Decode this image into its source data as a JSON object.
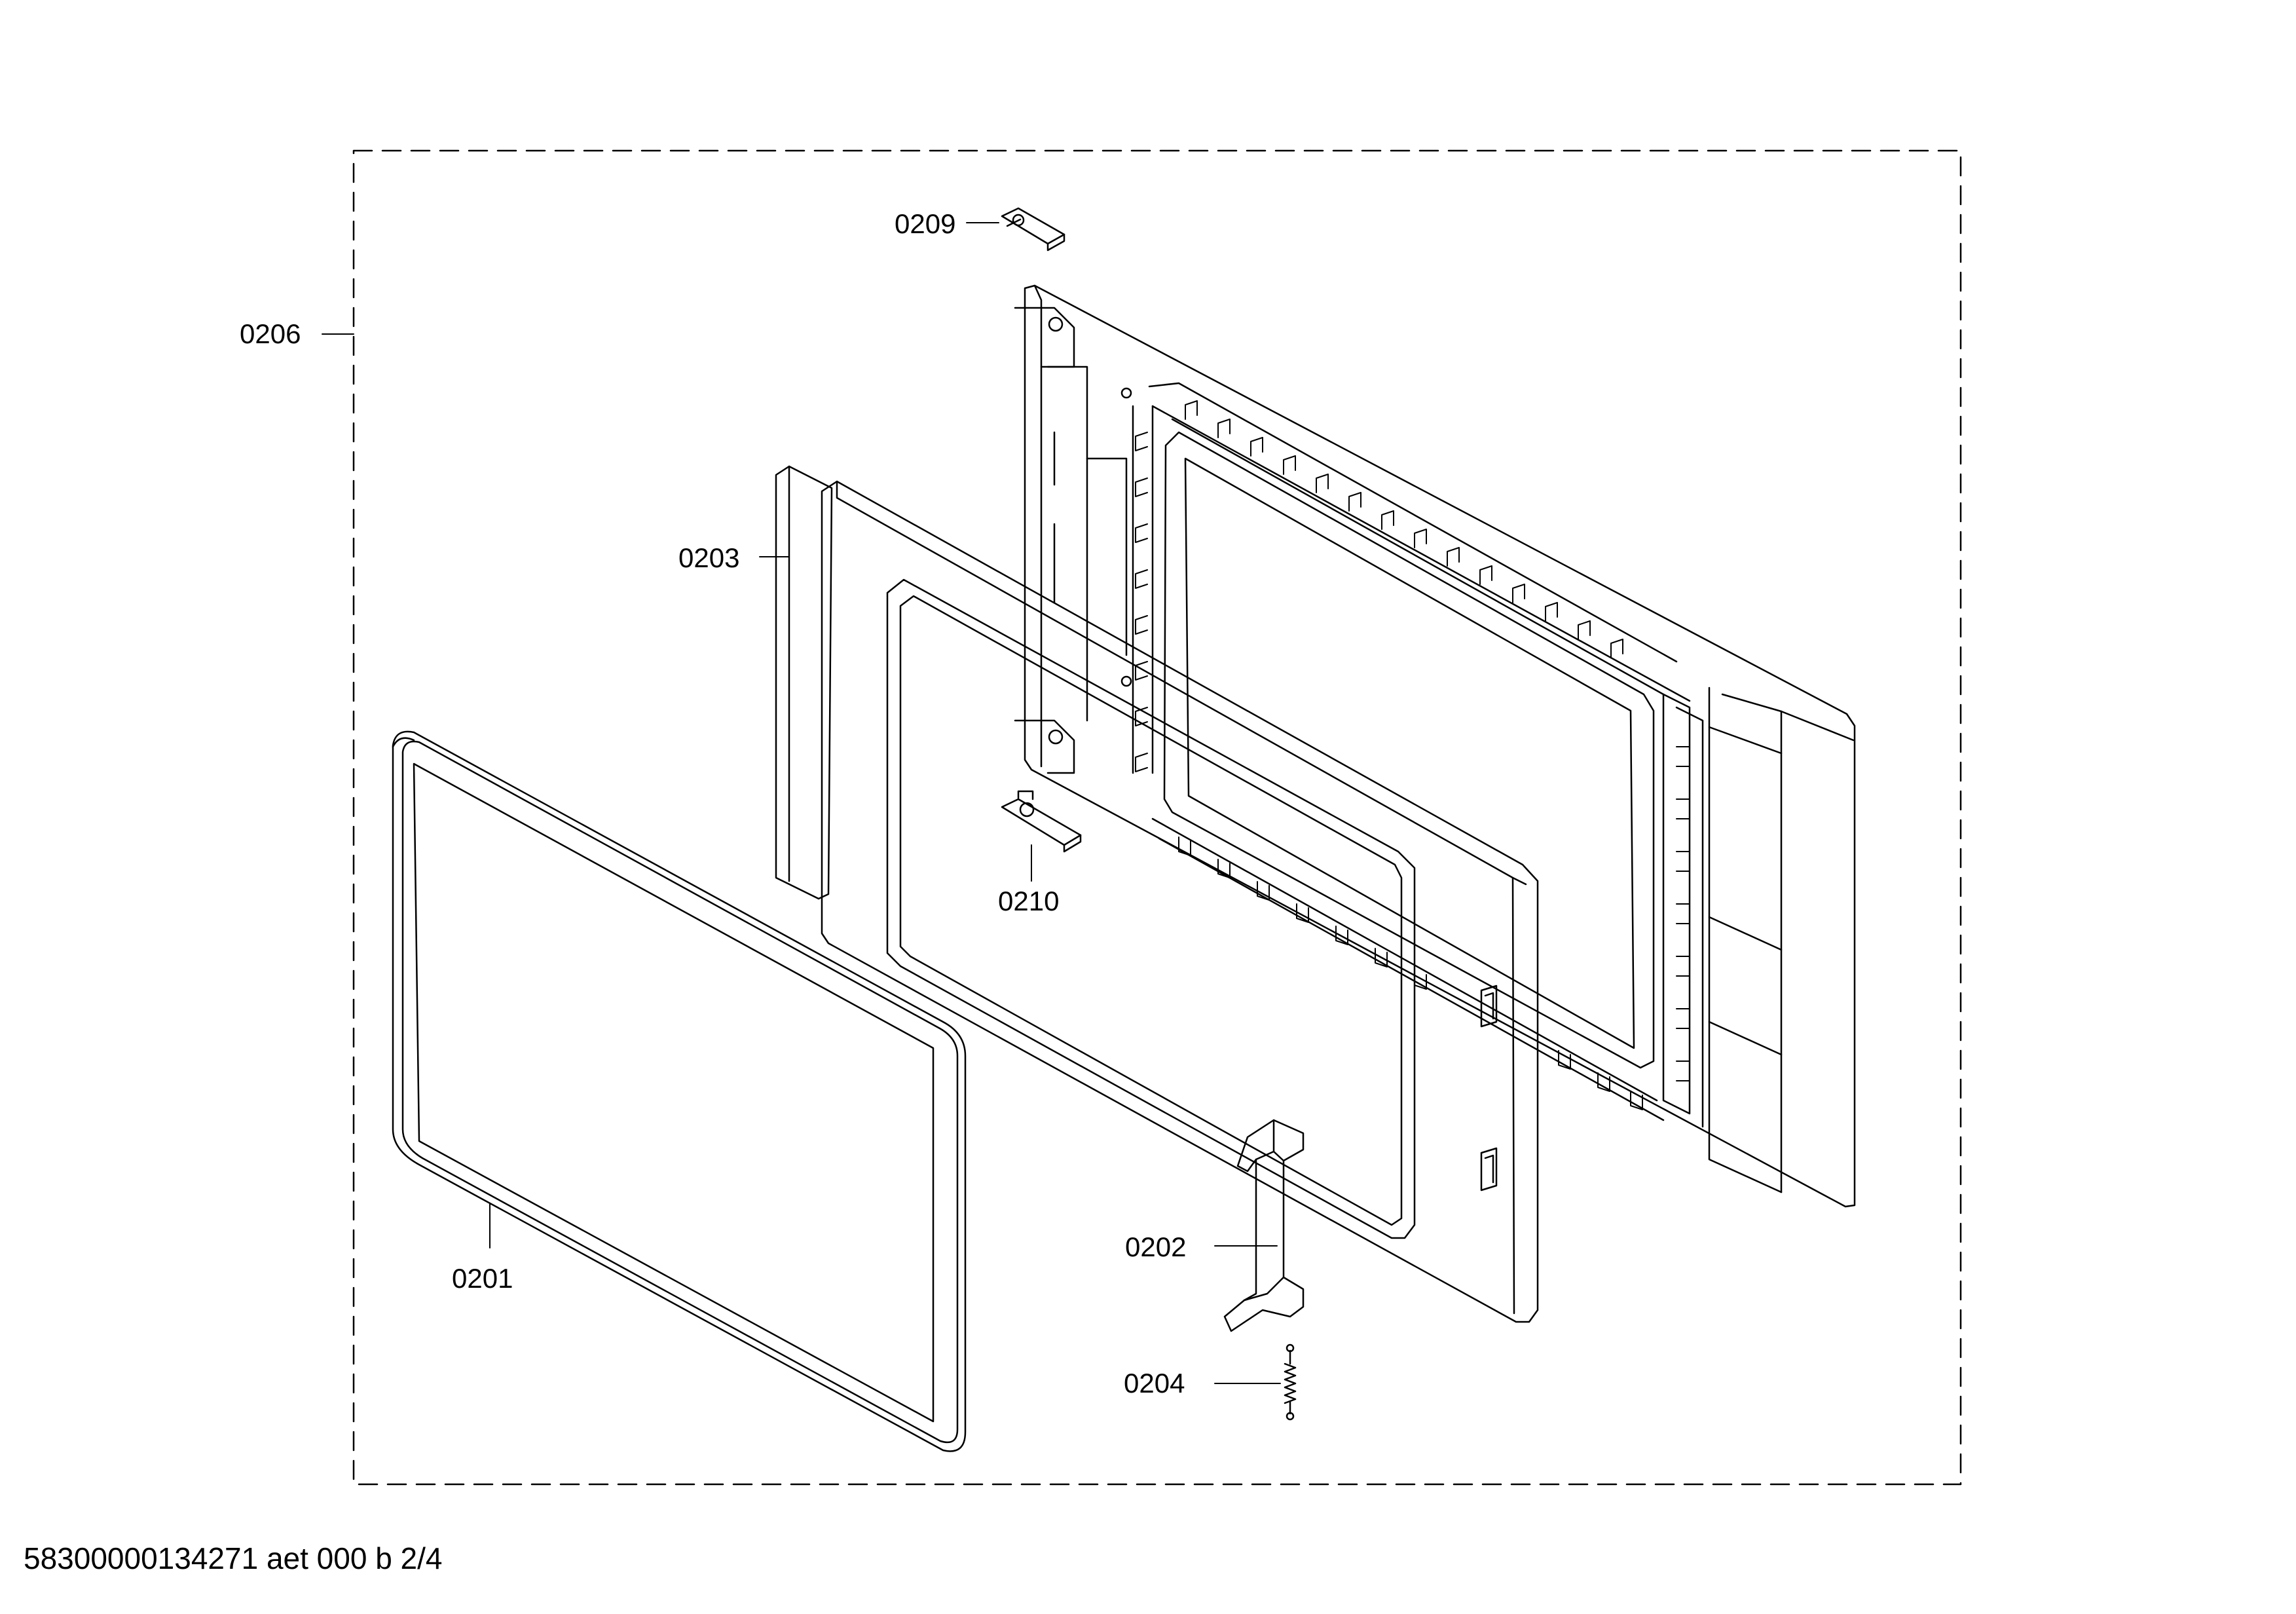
{
  "diagram": {
    "callouts": {
      "c0206": "0206",
      "c0209": "0209",
      "c0203": "0203",
      "c0210": "0210",
      "c0201": "0201",
      "c0202": "0202",
      "c0204": "0204"
    }
  },
  "footer": {
    "document_id": "58300000134271 aet 000 b 2/4"
  },
  "colors": {
    "line": "#000000",
    "background": "#ffffff"
  }
}
